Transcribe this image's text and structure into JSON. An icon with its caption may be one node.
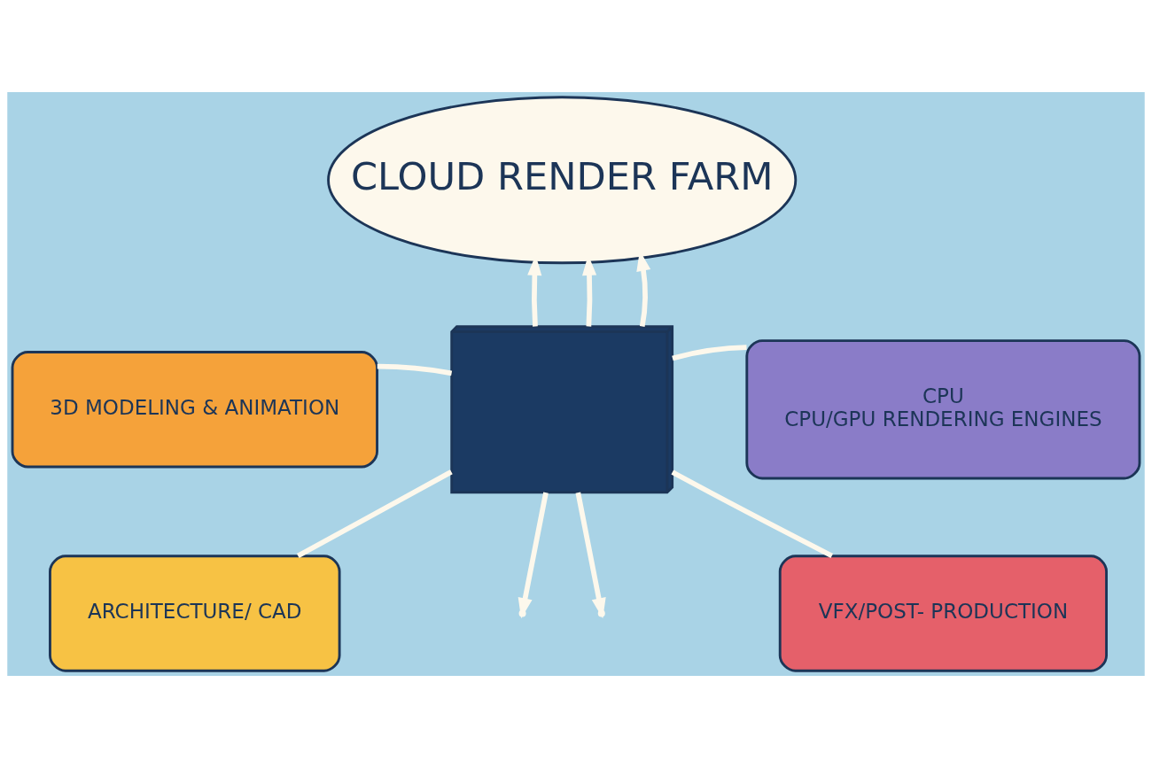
{
  "diagram": {
    "nodes": [
      {
        "text": [
          "CLOUD RENDER FARM"
        ]
      },
      {
        "text": [
          "3D MODELING & ANIMATION"
        ]
      },
      {
        "text": [
          "CPU",
          "CPU/GPU RENDERING ENGINES"
        ]
      },
      {
        "text": [],
        "shape": "picture"
      },
      {
        "text": [
          "ARCHITECTURE/ CAD"
        ]
      },
      {
        "text": [
          "VFX/POST- PRODUCTION"
        ]
      }
    ],
    "edges": [
      {
        "from": 3,
        "to": 0,
        "arrow": "to"
      },
      {
        "from": 3,
        "to": 0,
        "arrow": "to"
      },
      {
        "from": 3,
        "to": 0,
        "arrow": "to"
      },
      {
        "from": 1,
        "to": 3,
        "arrow": "none"
      },
      {
        "from": 2,
        "to": 3,
        "arrow": "none"
      },
      {
        "from": 3,
        "to": 4,
        "arrow": "none"
      },
      {
        "from": 3,
        "to": 5,
        "arrow": "none"
      },
      {
        "from": 3,
        "to": null,
        "arrow": "to"
      },
      {
        "from": 3,
        "to": null,
        "arrow": "to"
      }
    ]
  }
}
